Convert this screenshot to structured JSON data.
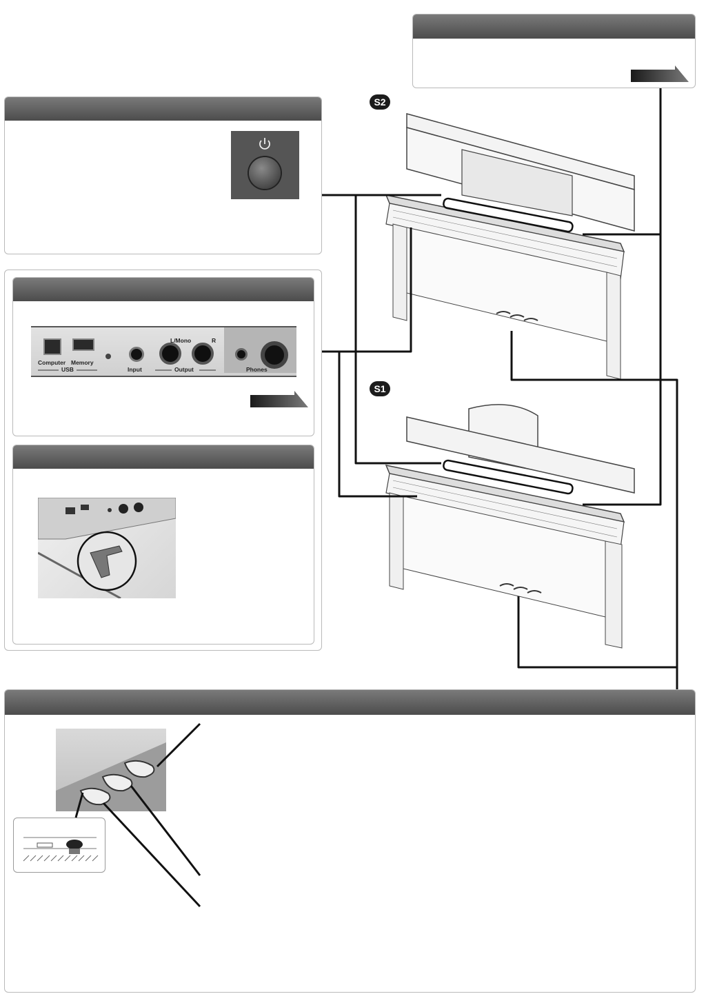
{
  "badges": {
    "s2": "S2",
    "s1": "S1"
  },
  "jack_panel": {
    "labels": {
      "computer": "Computer",
      "memory": "Memory",
      "usb": "USB",
      "input": "Input",
      "lmono": "L/Mono",
      "r": "R",
      "output": "Output",
      "phones": "Phones"
    }
  },
  "icons": {
    "power": "power-icon",
    "arrow": "arrow-right-icon"
  }
}
